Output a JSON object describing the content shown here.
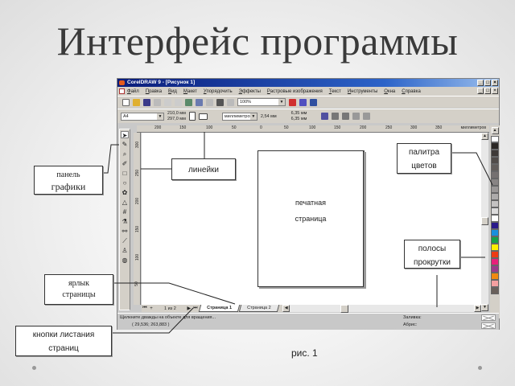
{
  "slide": {
    "title": "Интерфейс программы",
    "caption": "рис. 1"
  },
  "window": {
    "title": "CorelDRAW 9 - [Рисунок 1]",
    "buttons": [
      "_",
      "□",
      "×"
    ],
    "menu": [
      "Файл",
      "Правка",
      "Вид",
      "Макет",
      "Упорядочить",
      "Эффекты",
      "Растровые изображения",
      "Текст",
      "Инструменты",
      "Окна",
      "Справка"
    ],
    "toolbar": {
      "zoom_value": "100%"
    },
    "property_bar": {
      "paper_size": "A4",
      "width": "210,0 мм",
      "height": "297,0 мм",
      "units": "миллиметров",
      "nudge": "2,54 мм",
      "duplicate_x": "6,35 мм",
      "duplicate_y": "6,35 мм"
    },
    "ruler": {
      "h_ticks": [
        "200",
        "150",
        "100",
        "50",
        "0",
        "50",
        "100",
        "150",
        "200",
        "250",
        "300",
        "350"
      ],
      "h_unit": "миллиметров",
      "v_ticks": [
        "300",
        "250",
        "200",
        "150",
        "100",
        "50"
      ],
      "v_unit": "миллиметров"
    },
    "palette_colors": [
      "#2a2622",
      "#3f3a36",
      "#514c48",
      "#625d59",
      "#757170",
      "#888483",
      "#9a9796",
      "#adabaa",
      "#c4c2c1",
      "#dcdbdb",
      "#ffffff",
      "#2a1a8a",
      "#1a8fdd",
      "#15a048",
      "#ffee00",
      "#ee3a14",
      "#e8207a",
      "#9a3a8a",
      "#f08a10",
      "#f5a0a0",
      "#6a605a"
    ],
    "page_nav": {
      "count": "1 из 2",
      "tabs": [
        "Страница 1",
        "Страница 2"
      ],
      "active_tab": 0
    },
    "status": {
      "hint": "Щелкните дважды на объекте для вращения...",
      "coords": "( 29,536; 263,883 )",
      "fill_label": "Заливка:",
      "outline_label": "Абрис:"
    }
  },
  "callouts": {
    "rulers": "линейки",
    "palette": [
      "палитра",
      "цветов"
    ],
    "toolbox": [
      "панель",
      "графики"
    ],
    "print_page": [
      "печатная",
      "страница"
    ],
    "scrollbars": [
      "полосы",
      "прокрутки"
    ],
    "page_tab": [
      "ярлык",
      "страницы"
    ],
    "page_nav_buttons": [
      "кнопки листания",
      "страниц"
    ]
  }
}
